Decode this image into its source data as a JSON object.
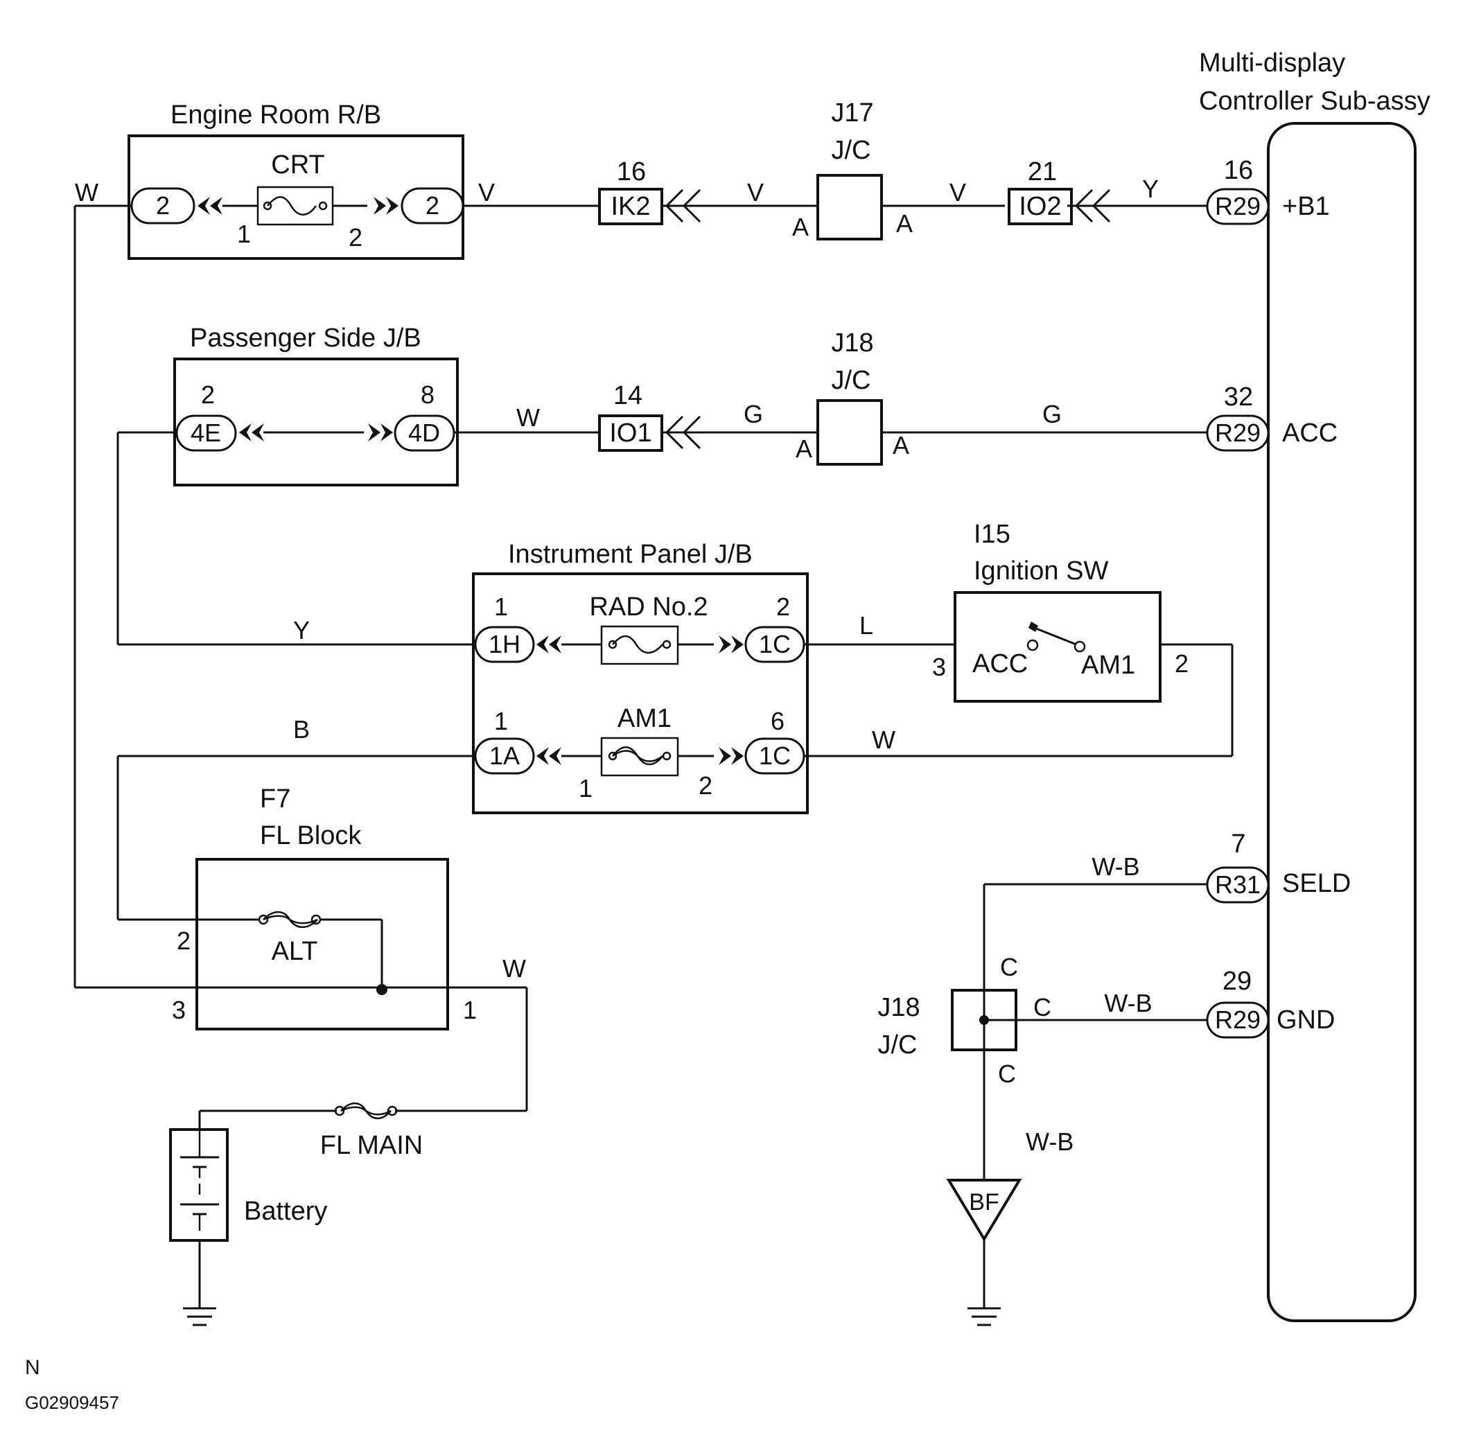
{
  "engine_room": {
    "title": "Engine Room R/B",
    "fuse": "CRT",
    "left_conn": "2",
    "right_conn": "2",
    "pin_left": "1",
    "pin_right": "2",
    "wire_in": "W",
    "wire_out": "V"
  },
  "ik2": {
    "pin": "16",
    "label": "IK2",
    "wire_out": "V"
  },
  "j17": {
    "id": "J17",
    "type": "J/C",
    "pin_left": "A",
    "pin_right": "A",
    "wire_out": "V"
  },
  "io2": {
    "pin": "21",
    "label": "IO2",
    "wire_out": "Y"
  },
  "controller": {
    "title_line1": "Multi-display",
    "title_line2": "Controller  Sub-assy",
    "pins": [
      {
        "num": "16",
        "conn": "R29",
        "signal": "+B1"
      },
      {
        "num": "32",
        "conn": "R29",
        "signal": "ACC"
      },
      {
        "num": "7",
        "conn": "R31",
        "signal": "SELD"
      },
      {
        "num": "29",
        "conn": "R29",
        "signal": "GND"
      }
    ]
  },
  "passenger": {
    "title": "Passenger Side J/B",
    "left_pin": "2",
    "left_conn": "4E",
    "right_pin": "8",
    "right_conn": "4D",
    "wire_out": "W"
  },
  "io1": {
    "pin": "14",
    "label": "IO1",
    "wire_out": "G"
  },
  "j18_top": {
    "id": "J18",
    "type": "J/C",
    "pin_left": "A",
    "pin_right": "A",
    "wire_out": "G"
  },
  "instrument": {
    "title": "Instrument Panel J/B",
    "row1": {
      "left_pin": "1",
      "left_conn": "1H",
      "fuse": "RAD No.2",
      "right_pin": "2",
      "right_conn": "1C"
    },
    "row2": {
      "left_pin": "1",
      "left_conn": "1A",
      "fuse": "AM1",
      "right_pin": "6",
      "right_conn": "1C",
      "fuse_pin_left": "1",
      "fuse_pin_right": "2"
    },
    "wire_y": "Y",
    "wire_b": "B",
    "wire_l": "L",
    "wire_w": "W"
  },
  "ignition": {
    "id": "I15",
    "title": "Ignition SW",
    "acc": "ACC",
    "am1": "AM1",
    "pin_left": "3",
    "pin_right": "2"
  },
  "fl_block": {
    "id": "F7",
    "title": "FL Block",
    "fuse": "ALT",
    "pin2": "2",
    "pin3": "3",
    "pin1": "1",
    "wire_out": "W"
  },
  "fl_main": "FL MAIN",
  "battery": "Battery",
  "j18_bottom": {
    "id": "J18",
    "type": "J/C",
    "pin_top": "C",
    "pin_right": "C",
    "pin_bottom": "C",
    "wire_seld": "W-B",
    "wire_gnd": "W-B",
    "wire_down": "W-B",
    "ground_point": "BF"
  },
  "footer": {
    "mark": "N",
    "code": "G02909457"
  }
}
